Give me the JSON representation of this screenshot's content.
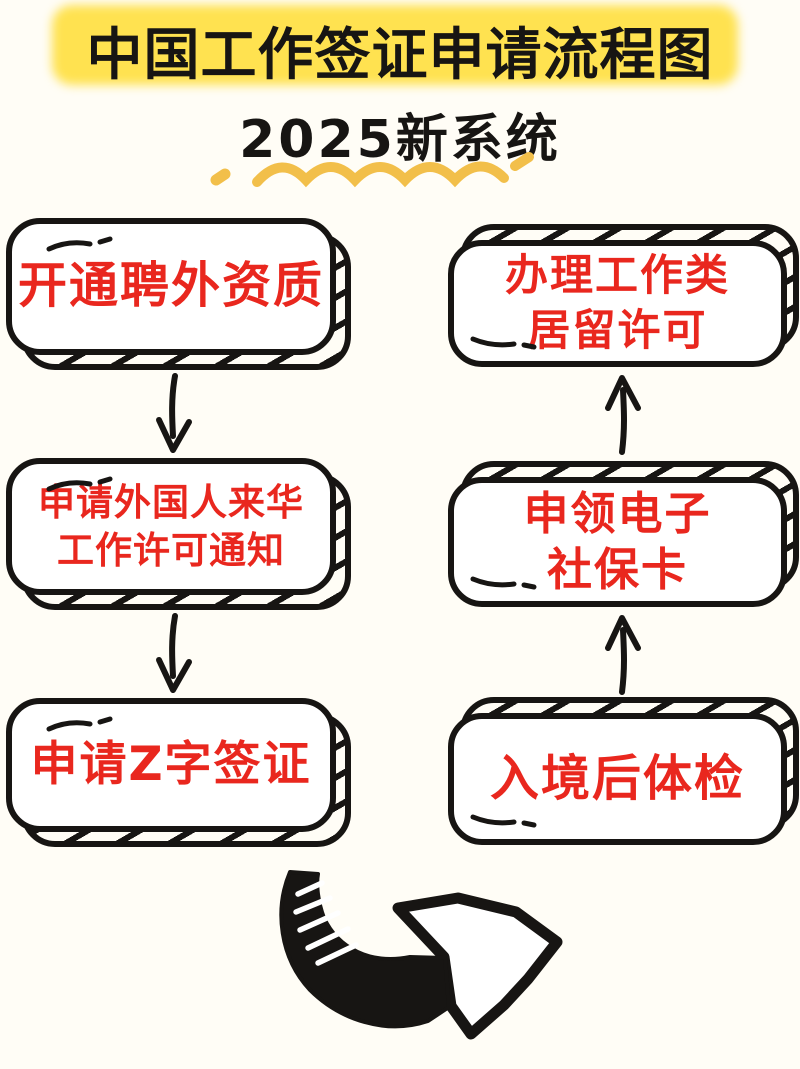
{
  "header": {
    "title": "中国工作签证申请流程图",
    "subtitle": "2025新系统"
  },
  "boxes": {
    "left1": {
      "lines": [
        "开通聘外资质"
      ]
    },
    "left2": {
      "lines": [
        "申请外国人来华",
        "工作许可通知"
      ]
    },
    "left3": {
      "lines": [
        "申请Z字签证"
      ]
    },
    "right_top": {
      "lines": [
        "办理工作类",
        "居留许可"
      ]
    },
    "right_mid": {
      "lines": [
        "申领电子",
        "社保卡"
      ]
    },
    "right_bottom": {
      "lines": [
        "入境后体检"
      ]
    }
  },
  "icons": {
    "left_column_connector": "arrow-down",
    "right_column_connector": "arrow-up",
    "bottom_connector": "curved-arrow-right",
    "subtitle_underline": "yellow-squiggle"
  },
  "colors": {
    "ink": "#171513",
    "step_text_red": "#e9271e",
    "highlight_yellow": "#ffe250",
    "squiggle_gold": "#f2bf4a",
    "background": "#fffdf6"
  }
}
